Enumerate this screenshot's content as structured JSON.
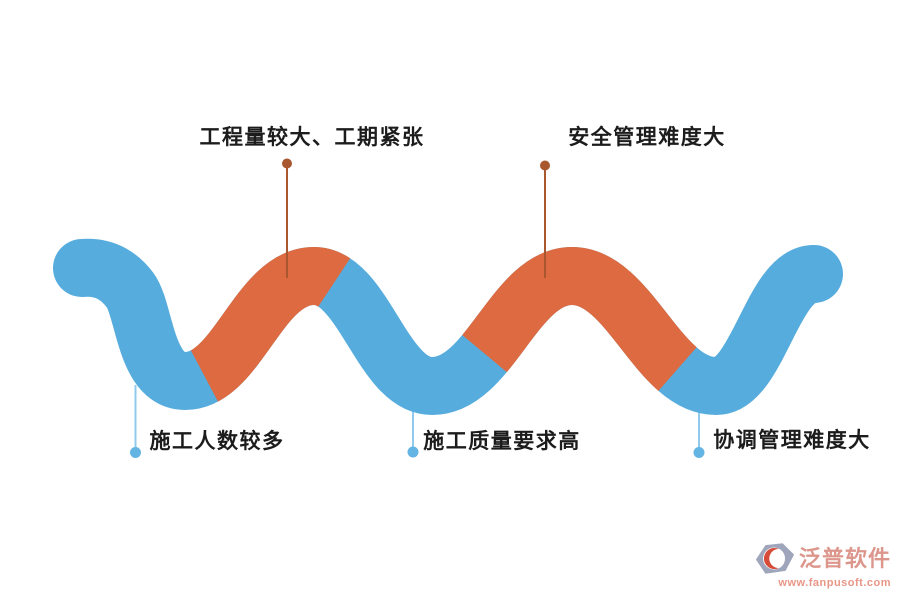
{
  "diagram": {
    "top_labels": [
      {
        "text": "工程量较大、工期紧张"
      },
      {
        "text": "安全管理难度大"
      }
    ],
    "bottom_labels": [
      {
        "text": "施工人数较多"
      },
      {
        "text": "施工质量要求高"
      },
      {
        "text": "协调管理难度大"
      }
    ],
    "colors": {
      "wave_blue": "#57ACDE",
      "wave_orange": "#DD6A40",
      "top_connector": "#A8572F",
      "bottom_connector_line": "#90CBEE",
      "bottom_connector_dot": "#64B5E3",
      "label_text": "#1C1C1C"
    }
  },
  "watermark": {
    "brand": "泛普软件",
    "url": "www.fanpusoft.com",
    "brand_color": "#DB9186",
    "url_color": "#E89180",
    "icon_gray": "#9AA2B8",
    "icon_red": "#D5432F"
  }
}
